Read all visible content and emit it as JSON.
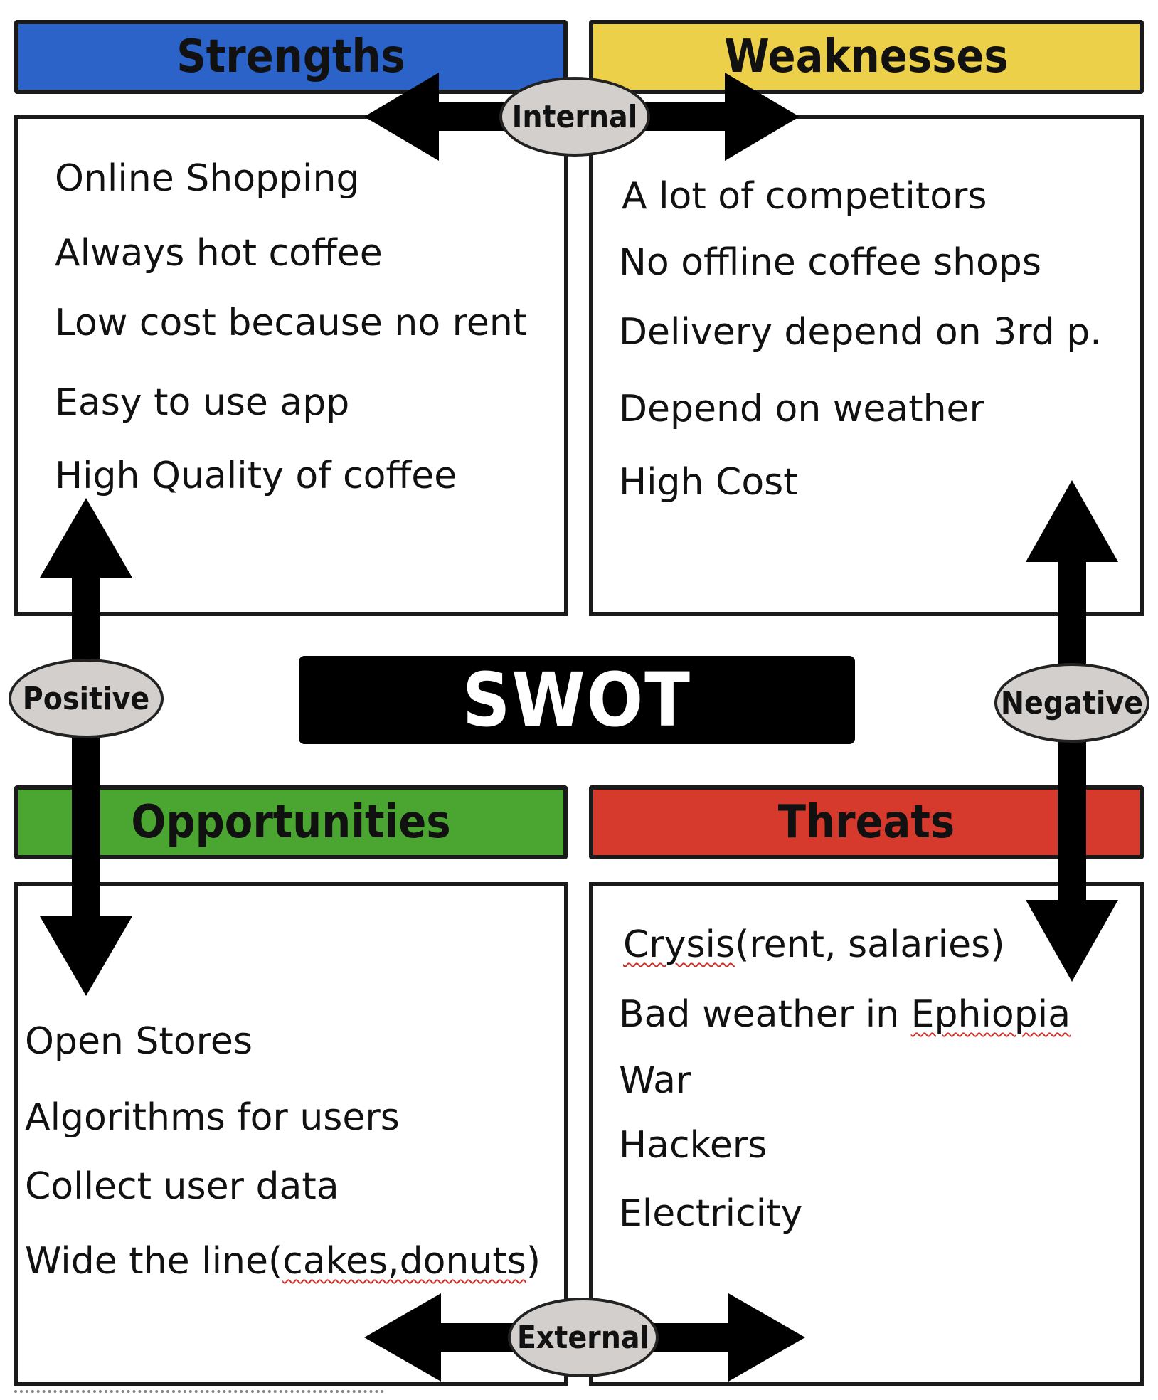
{
  "colors": {
    "strengths": "#2b63c9",
    "weaknesses": "#ecd04a",
    "opportunities": "#4aa630",
    "threats": "#d63a2c",
    "pill": "#d2cfcc"
  },
  "title": "SWOT",
  "quadrants": {
    "strengths": {
      "header": "Strengths",
      "items": [
        "Online Shopping",
        "Always hot coffee",
        "Low cost because no rent",
        "Easy to use app",
        "High Quality of coffee"
      ]
    },
    "weaknesses": {
      "header": "Weaknesses",
      "items": [
        "A lot of competitors",
        "No offline coffee shops",
        "Delivery depend on 3rd p.",
        "Depend on weather",
        "High Cost"
      ]
    },
    "opportunities": {
      "header": "Opportunities",
      "items": [
        "Open Stores",
        "Algorithms for users",
        "Collect user data"
      ],
      "last_item_prefix": "Wide the line(",
      "last_item_squiggle": "cakes,donuts",
      "last_item_suffix": ")"
    },
    "threats": {
      "header": "Threats",
      "first_item_squiggle": "Crysis",
      "first_item_suffix": "(rent, salaries)",
      "second_item_prefix": "Bad weather in ",
      "second_item_squiggle": "Ephiopia",
      "items": [
        "War",
        "Hackers",
        "Electricity"
      ]
    }
  },
  "axis_labels": {
    "internal": "Internal",
    "external": "External",
    "positive": "Positive",
    "negative": "Negative"
  }
}
